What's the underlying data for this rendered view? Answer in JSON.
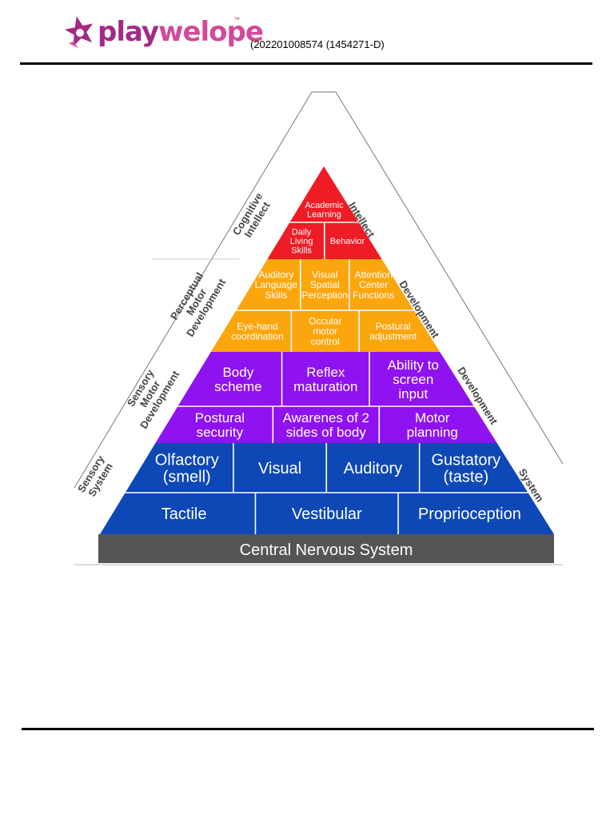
{
  "header": {
    "logo_text_play": "play",
    "logo_text_rest": "welope",
    "logo_mark": "™",
    "registration": "(202201008574 (1454271-D)"
  },
  "colors": {
    "cognitive": "#ee1c25",
    "perceptual": "#fca60e",
    "sensory_motor": "#8f12f0",
    "sensory": "#0d48b6",
    "base": "#555555",
    "side_label": "#444444"
  },
  "pyramid": {
    "cognitive": {
      "row1": [
        "Academic\nLearning"
      ],
      "row2": [
        "Daily\nLiving\nSkills",
        "Behavior"
      ]
    },
    "perceptual": {
      "row1": [
        "Auditory\nLanguage\nSkills",
        "Visual\nSpatial\nPerception",
        "Attention\nCenter\nFunctions"
      ],
      "row2": [
        "Eye-hand\ncoordination",
        "Occular\nmotor\ncontrol",
        "Postural\nadjustment"
      ]
    },
    "sensory_motor": {
      "row1": [
        "Body\nscheme",
        "Reflex\nmaturation",
        "Ability to\nscreen\ninput"
      ],
      "row2": [
        "Postural\nsecurity",
        "Awarenes of 2\nsides of body",
        "Motor\nplanning"
      ]
    },
    "sensory": {
      "row1": [
        "Olfactory\n(smell)",
        "Visual",
        "Auditory",
        "Gustatory\n(taste)"
      ],
      "row2": [
        "Tactile",
        "Vestibular",
        "Proprioception"
      ]
    },
    "base": "Central Nervous System"
  },
  "side_labels": {
    "left_cognitive": "Cognitive\nIntellect",
    "right_cognitive": "Intellect",
    "left_perceptual": "Perceptual\nMotor\nDevelopment",
    "right_perceptual": "Development",
    "left_sensory_motor": "Sensory\nMotor\nDevelopment",
    "right_sensory_motor": "Development",
    "left_sensory": "Sensory\nSystem",
    "right_sensory": "System"
  }
}
